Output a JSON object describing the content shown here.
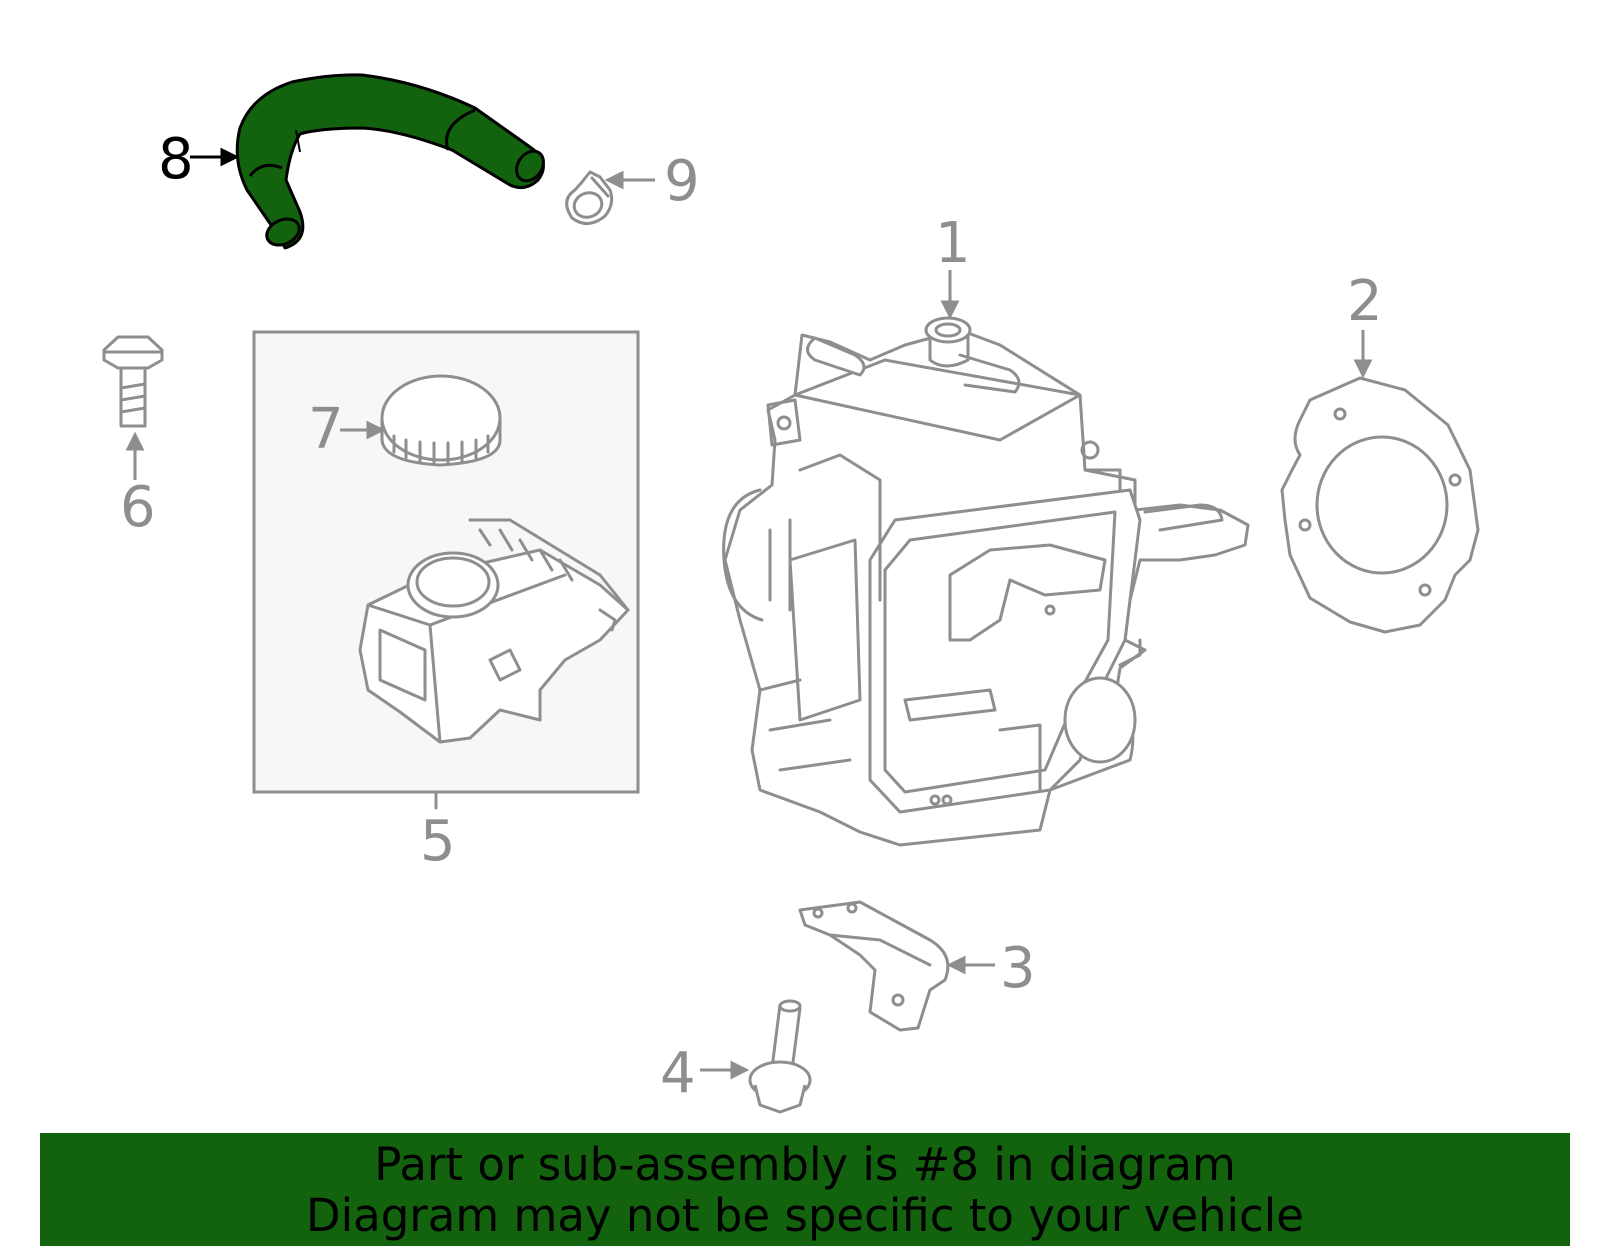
{
  "callouts": {
    "c1": "1",
    "c2": "2",
    "c3": "3",
    "c4": "4",
    "c5": "5",
    "c6": "6",
    "c7": "7",
    "c8": "8",
    "c9": "9"
  },
  "highlighted_part": "8",
  "colors": {
    "highlight": "#12620e",
    "line": "#8e8e8e",
    "banner": "#12620e",
    "inset_box": "#f7f7f7"
  },
  "banner": {
    "line1": "Part or sub-assembly is #8 in diagram",
    "line2": "Diagram may not be specific to your vehicle"
  }
}
